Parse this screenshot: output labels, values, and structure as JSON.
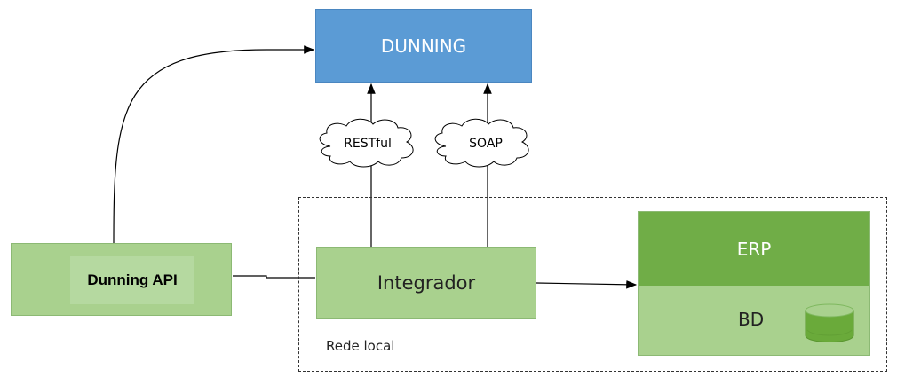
{
  "nodes": {
    "dunning": "DUNNING",
    "dunning_api": "Dunning API",
    "integrador": "Integrador",
    "erp": "ERP",
    "bd": "BD",
    "rede_local": "Rede local"
  },
  "protocols": {
    "restful": "RESTful",
    "soap": "SOAP"
  },
  "colors": {
    "dunning_blue": "#5b9bd5",
    "green_light": "#a9d18e",
    "green_dark": "#70ad47"
  }
}
